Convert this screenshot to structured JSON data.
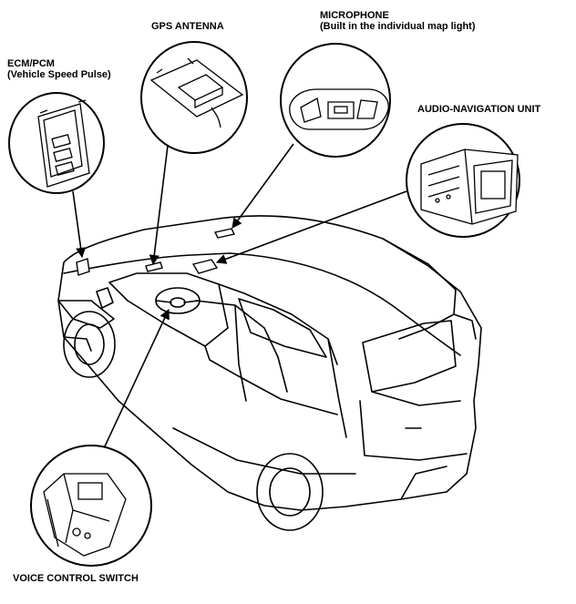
{
  "labels": {
    "ecm_title": "ECM/PCM",
    "ecm_sub": "(Vehicle Speed Pulse)",
    "gps": "GPS ANTENNA",
    "mic_title": "MICROPHONE",
    "mic_sub": "(Built in the individual map light)",
    "audio_nav": "AUDIO-NAVIGATION UNIT",
    "voice": "VOICE CONTROL SWITCH"
  },
  "colors": {
    "line": "#000000",
    "background": "#ffffff"
  }
}
